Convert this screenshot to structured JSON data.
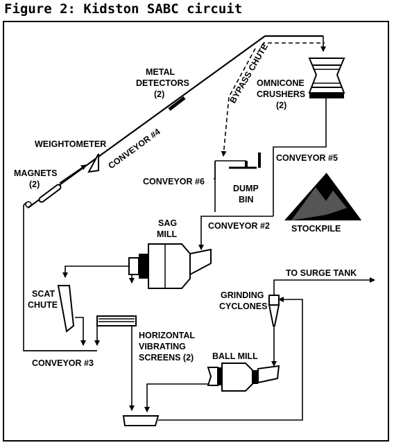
{
  "title": "Figure 2: Kidston SABC circuit",
  "labels": {
    "metal_detectors_1": "METAL",
    "metal_detectors_2": "DETECTORS",
    "metal_detectors_3": "(2)",
    "bypass_chute": "BYPASS CHUTE",
    "omnicone_1": "OMNICONE",
    "omnicone_2": "CRUSHERS",
    "omnicone_3": "(2)",
    "weightometer": "WEIGHTOMETER",
    "conveyor4": "CONVEYOR #4",
    "magnets_1": "MAGNETS",
    "magnets_2": "(2)",
    "conveyor5": "CONVEYOR #5",
    "conveyor6": "CONVEYOR #6",
    "dump_1": "DUMP",
    "dump_2": "BIN",
    "conveyor2": "CONVEYOR #2",
    "stockpile": "STOCKPILE",
    "sag_1": "SAG",
    "sag_2": "MILL",
    "to_surge_tank": "TO SURGE TANK",
    "scat_1": "SCAT",
    "scat_2": "CHUTE",
    "grinding_1": "GRINDING",
    "grinding_2": "CYCLONES",
    "horizontal_1": "HORIZONTAL",
    "horizontal_2": "VIBRATING",
    "horizontal_3": "SCREENS (2)",
    "ball_mill": "BALL MILL",
    "conveyor3": "CONVEYOR #3"
  }
}
